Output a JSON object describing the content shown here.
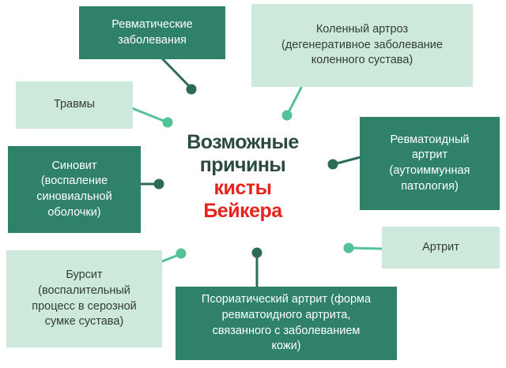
{
  "title": {
    "line1": "Возможные",
    "line2": "причины",
    "highlight_line1": "кисты",
    "highlight_line2": "Бейкера"
  },
  "colors": {
    "background": "#ffffff",
    "dark_box_bg": "#2f8169",
    "dark_box_text": "#ffffff",
    "light_box_bg": "#cde9dc",
    "light_box_text": "#333b38",
    "connector_dark": "#2c6b58",
    "connector_light": "#53c296",
    "title_text": "#2b4a40",
    "title_highlight": "#e8231d"
  },
  "causes": [
    {
      "id": "rheumatic",
      "label": "Ревматические\nзаболевания",
      "style": "dark"
    },
    {
      "id": "knee-arthrosis",
      "label": "Коленный артроз\n(дегенеративное заболевание\nколенного сустава)",
      "style": "light"
    },
    {
      "id": "injuries",
      "label": "Травмы",
      "style": "light"
    },
    {
      "id": "synovitis",
      "label": "Синовит\n(воспаление\nсиновиальной\nоболочки)",
      "style": "dark"
    },
    {
      "id": "rheumatoid",
      "label": "Ревматоидный\nартрит\n(аутоиммунная\nпатология)",
      "style": "dark"
    },
    {
      "id": "arthritis",
      "label": "Артрит",
      "style": "light"
    },
    {
      "id": "bursitis",
      "label": "Бурсит\n(воспалительный\nпроцесс в серозной\nсумке сустава)",
      "style": "light"
    },
    {
      "id": "psoriatic",
      "label": "Псориатический артрит (форма\nревматоидного артрита,\nсвязанного с заболеванием\nкожи)",
      "style": "dark"
    }
  ]
}
